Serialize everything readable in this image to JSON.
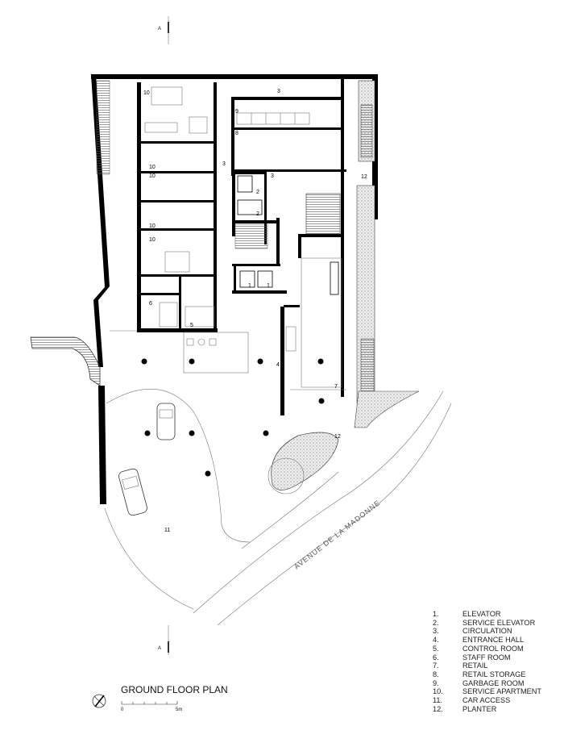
{
  "plan": {
    "title": "GROUND FLOOR PLAN",
    "scale": {
      "start": "0",
      "end": "5m"
    },
    "street_name": "AVENUE DE LA MADONNE",
    "section_marker": "A",
    "room_labels": [
      "10",
      "3",
      "9",
      "8",
      "3",
      "3",
      "12",
      "2",
      "2",
      "10",
      "10",
      "10",
      "10",
      "1",
      "1",
      "6",
      "5",
      "4",
      "7",
      "12",
      "11"
    ]
  },
  "legend": [
    {
      "num": "1.",
      "label": "ELEVATOR"
    },
    {
      "num": "2.",
      "label": "SERVICE ELEVATOR"
    },
    {
      "num": "3.",
      "label": "CIRCULATION"
    },
    {
      "num": "4.",
      "label": "ENTRANCE HALL"
    },
    {
      "num": "5.",
      "label": "CONTROL ROOM"
    },
    {
      "num": "6.",
      "label": "STAFF ROOM"
    },
    {
      "num": "7.",
      "label": "RETAIL"
    },
    {
      "num": "8.",
      "label": "RETAIL STORAGE"
    },
    {
      "num": "9.",
      "label": "GARBAGE ROOM"
    },
    {
      "num": "10.",
      "label": "SERVICE APARTMENT"
    },
    {
      "num": "11.",
      "label": "CAR ACCESS"
    },
    {
      "num": "12.",
      "label": "PLANTER"
    }
  ]
}
